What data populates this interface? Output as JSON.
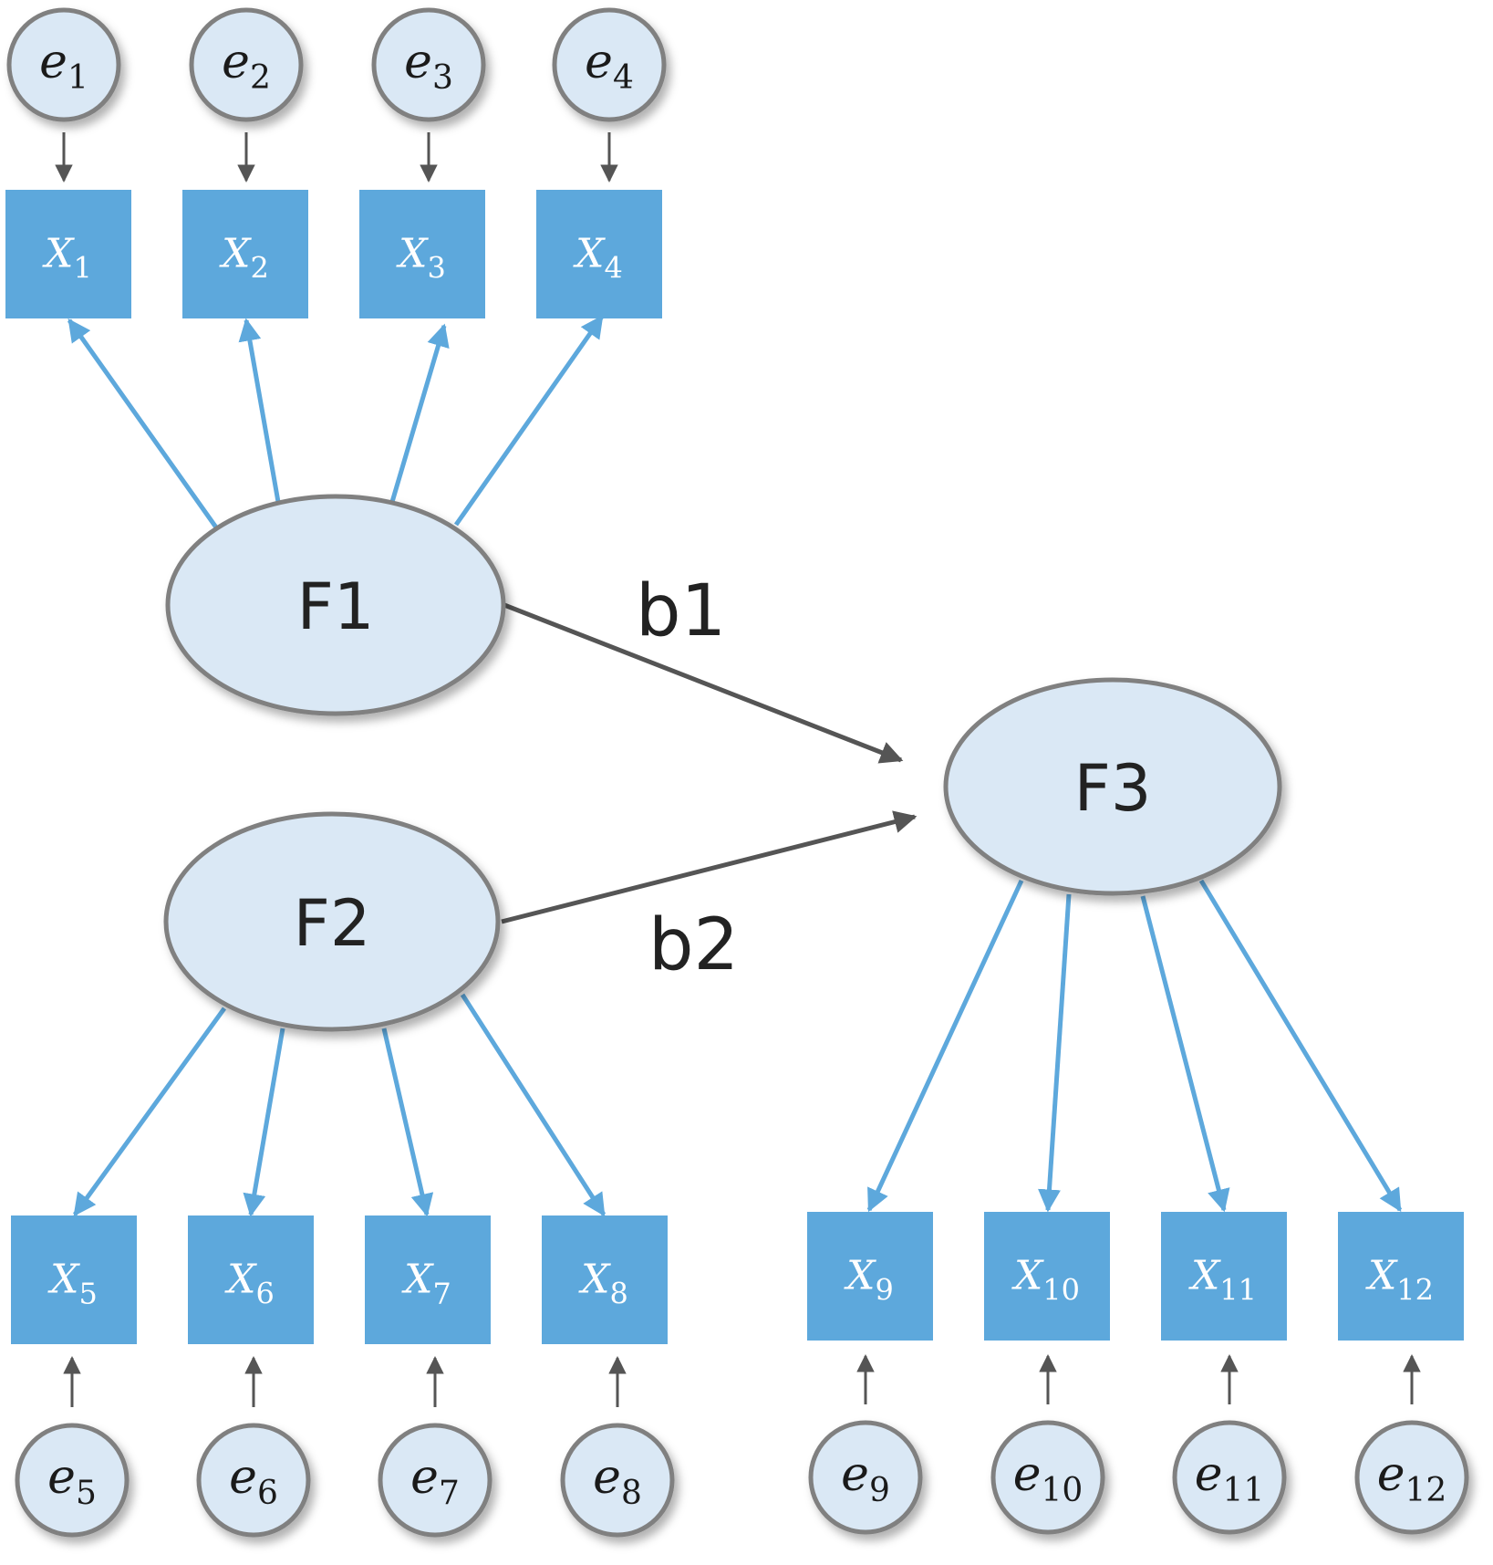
{
  "diagram": {
    "title": "Structural equation model: F1 and F2 predict F3",
    "colors": {
      "observed_fill": "#5DA8DC",
      "latent_fill": "#DAE8F5",
      "node_stroke": "#808080",
      "loading_arrow": "#5DA8DC",
      "path_arrow": "#555555",
      "text_dark": "#222222",
      "text_light": "#ffffff"
    },
    "latent": [
      {
        "id": "F1",
        "label": "F1"
      },
      {
        "id": "F2",
        "label": "F2"
      },
      {
        "id": "F3",
        "label": "F3"
      }
    ],
    "observed": [
      {
        "id": "X1",
        "base": "X",
        "sub": "1",
        "factor": "F1",
        "error": "e1"
      },
      {
        "id": "X2",
        "base": "X",
        "sub": "2",
        "factor": "F1",
        "error": "e2"
      },
      {
        "id": "X3",
        "base": "X",
        "sub": "3",
        "factor": "F1",
        "error": "e3"
      },
      {
        "id": "X4",
        "base": "X",
        "sub": "4",
        "factor": "F1",
        "error": "e4"
      },
      {
        "id": "X5",
        "base": "X",
        "sub": "5",
        "factor": "F2",
        "error": "e5"
      },
      {
        "id": "X6",
        "base": "X",
        "sub": "6",
        "factor": "F2",
        "error": "e6"
      },
      {
        "id": "X7",
        "base": "X",
        "sub": "7",
        "factor": "F2",
        "error": "e7"
      },
      {
        "id": "X8",
        "base": "X",
        "sub": "8",
        "factor": "F2",
        "error": "e8"
      },
      {
        "id": "X9",
        "base": "X",
        "sub": "9",
        "factor": "F3",
        "error": "e9"
      },
      {
        "id": "X10",
        "base": "X",
        "sub": "10",
        "factor": "F3",
        "error": "e10"
      },
      {
        "id": "X11",
        "base": "X",
        "sub": "11",
        "factor": "F3",
        "error": "e11"
      },
      {
        "id": "X12",
        "base": "X",
        "sub": "12",
        "factor": "F3",
        "error": "e12"
      }
    ],
    "errors": [
      {
        "id": "e1",
        "base": "e",
        "sub": "1"
      },
      {
        "id": "e2",
        "base": "e",
        "sub": "2"
      },
      {
        "id": "e3",
        "base": "e",
        "sub": "3"
      },
      {
        "id": "e4",
        "base": "e",
        "sub": "4"
      },
      {
        "id": "e5",
        "base": "e",
        "sub": "5"
      },
      {
        "id": "e6",
        "base": "e",
        "sub": "6"
      },
      {
        "id": "e7",
        "base": "e",
        "sub": "7"
      },
      {
        "id": "e8",
        "base": "e",
        "sub": "8"
      },
      {
        "id": "e9",
        "base": "e",
        "sub": "9"
      },
      {
        "id": "e10",
        "base": "e",
        "sub": "10"
      },
      {
        "id": "e11",
        "base": "e",
        "sub": "11"
      },
      {
        "id": "e12",
        "base": "e",
        "sub": "12"
      }
    ],
    "structural_paths": [
      {
        "from": "F1",
        "to": "F3",
        "label": "b1"
      },
      {
        "from": "F2",
        "to": "F3",
        "label": "b2"
      }
    ]
  }
}
